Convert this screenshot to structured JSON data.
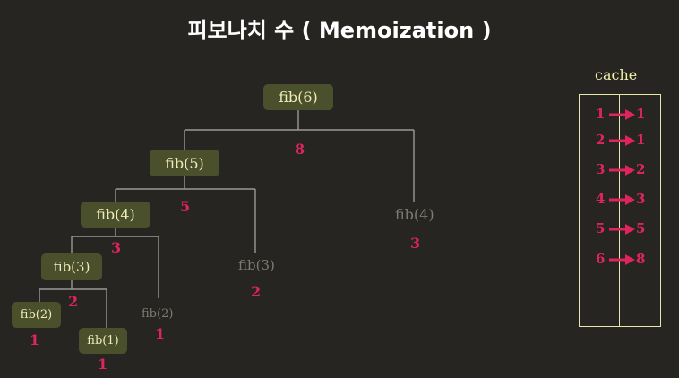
{
  "title": "피보나치 수 ( Memoization )",
  "cache_label": "cache",
  "tree": {
    "fib6": {
      "label": "fib(6)",
      "value": "8"
    },
    "fib5": {
      "label": "fib(5)",
      "value": "5"
    },
    "fib4": {
      "label": "fib(4)",
      "value": "3"
    },
    "fib3": {
      "label": "fib(3)",
      "value": "2"
    },
    "fib2": {
      "label": "fib(2)",
      "value": "1"
    },
    "fib1": {
      "label": "fib(1)",
      "value": "1"
    },
    "fib4_memo": {
      "label": "fib(4)",
      "value": "3"
    },
    "fib3_memo": {
      "label": "fib(3)",
      "value": "2"
    },
    "fib2_memo": {
      "label": "fib(2)",
      "value": "1"
    }
  },
  "cache": [
    {
      "key": "1",
      "value": "1"
    },
    {
      "key": "2",
      "value": "1"
    },
    {
      "key": "3",
      "value": "2"
    },
    {
      "key": "4",
      "value": "3"
    },
    {
      "key": "5",
      "value": "5"
    },
    {
      "key": "6",
      "value": "8"
    }
  ],
  "colors": {
    "background": "#262522",
    "node_fill": "#4a4f2c",
    "node_text": "#f0ecb8",
    "value_text": "#e0245e",
    "muted_text": "#7c7c74",
    "cache_border": "#e8e7a8"
  }
}
